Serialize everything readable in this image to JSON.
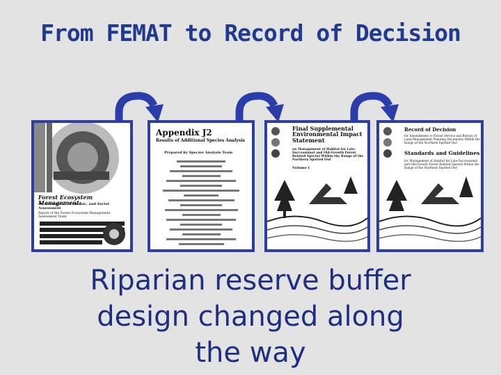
{
  "slide": {
    "title": "From FEMAT to Record of Decision",
    "caption_lines": [
      "Riparian reserve buffer",
      "design changed along",
      "the way"
    ]
  },
  "documents": [
    {
      "name": "femat-report",
      "title": "Forest Ecosystem Management:",
      "subtitle": "An Ecological, Economic, and Social Assessment",
      "footer": "Report of the Forest Ecosystem Management Assessment Team"
    },
    {
      "name": "appendix-j2",
      "title": "Appendix J2",
      "subtitle": "Results of Additional Species Analysis",
      "team": "Prepared by Species Analysis Team"
    },
    {
      "name": "final-seis",
      "title": "Final Supplemental Environmental Impact Statement",
      "subtitle": "on Management of Habitat for Late-Successional and Old-Growth Forest Related Species Within the Range of the Northern Spotted Owl",
      "volume": "Volume I"
    },
    {
      "name": "record-of-decision",
      "title": "Record of Decision",
      "subtitle": "for Amendments to Forest Service and Bureau of Land Management Planning Documents Within the Range of the Northern Spotted Owl",
      "section": "Standards and Guidelines",
      "section_sub": "for Management of Habitat for Late-Successional and Old-Growth Forest Related Species Within the Range of the Northern Spotted Owl"
    }
  ],
  "colors": {
    "title": "#1f3a8f",
    "caption": "#1f2f80",
    "arrow": "#2a3da8",
    "frame": "#2a3da8",
    "background": "#e3e3e3"
  }
}
